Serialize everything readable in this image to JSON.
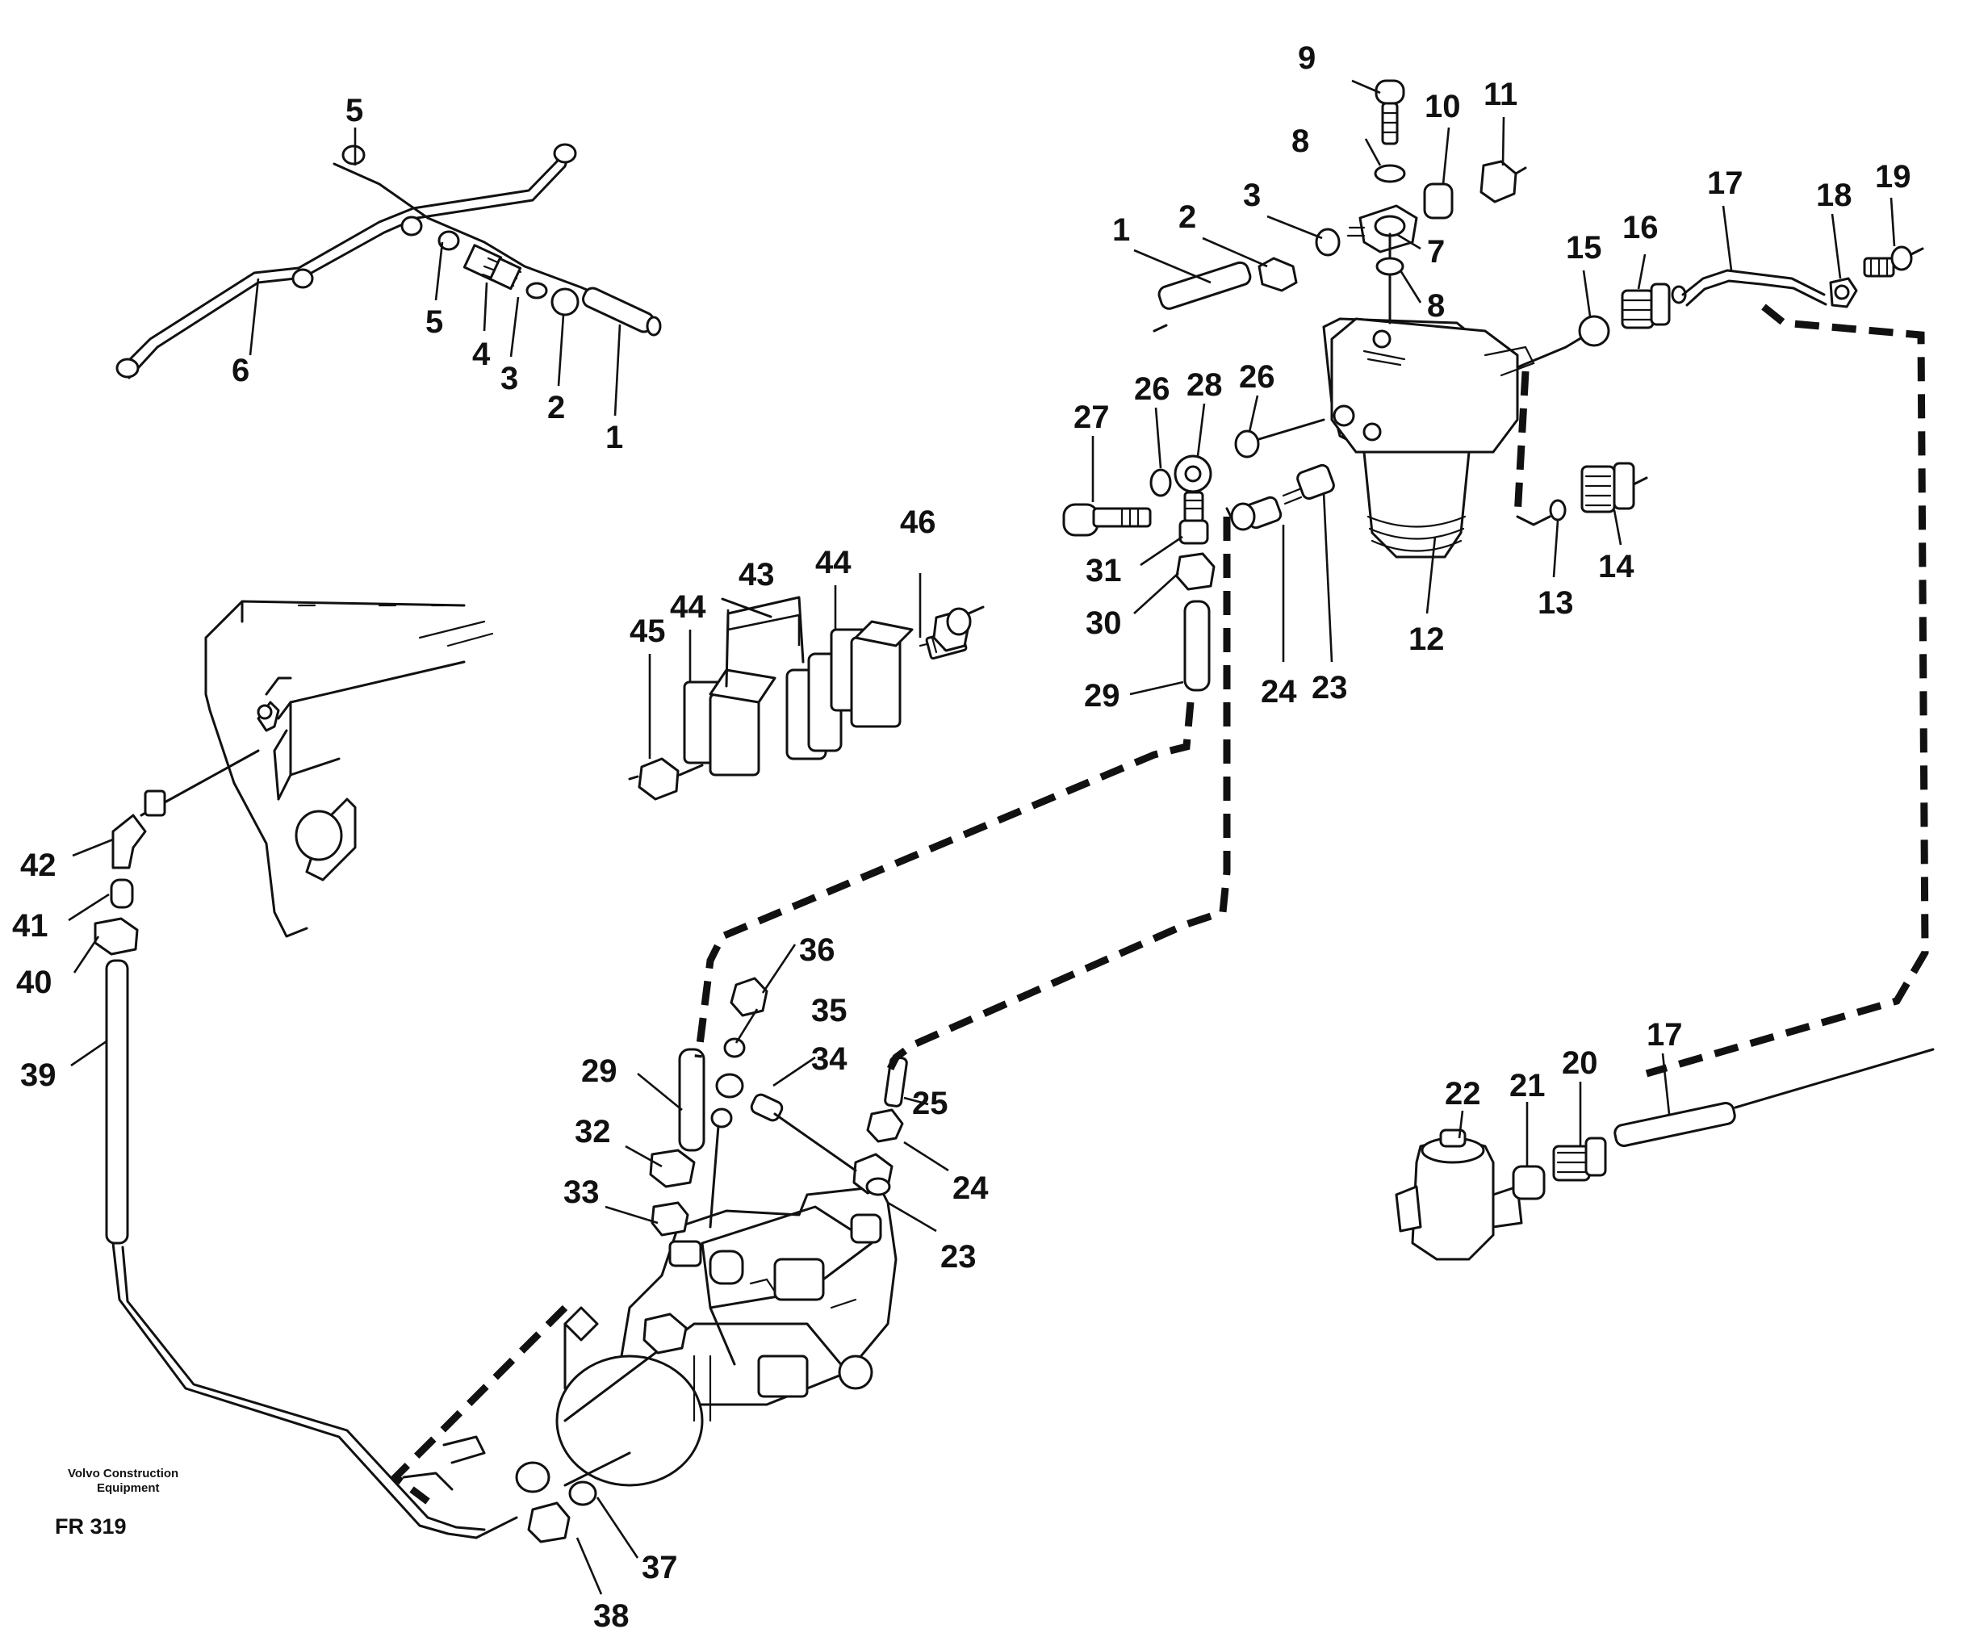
{
  "diagram": {
    "credit_line1": "Volvo Construction",
    "credit_line2": "Equipment",
    "figure_code": "FR 319",
    "callouts": [
      {
        "id": "top-left-5a",
        "text": "5"
      },
      {
        "id": "top-left-6",
        "text": "6"
      },
      {
        "id": "top-left-5b",
        "text": "5"
      },
      {
        "id": "top-left-4",
        "text": "4"
      },
      {
        "id": "top-left-3",
        "text": "3"
      },
      {
        "id": "top-left-2",
        "text": "2"
      },
      {
        "id": "top-left-1",
        "text": "1"
      },
      {
        "id": "filter-9",
        "text": "9"
      },
      {
        "id": "filter-8a",
        "text": "8"
      },
      {
        "id": "filter-10",
        "text": "10"
      },
      {
        "id": "filter-11",
        "text": "11"
      },
      {
        "id": "filter-3",
        "text": "3"
      },
      {
        "id": "filter-2",
        "text": "2"
      },
      {
        "id": "filter-1",
        "text": "1"
      },
      {
        "id": "filter-7",
        "text": "7"
      },
      {
        "id": "filter-8b",
        "text": "8"
      },
      {
        "id": "filter-15",
        "text": "15"
      },
      {
        "id": "filter-16",
        "text": "16"
      },
      {
        "id": "line-17a",
        "text": "17"
      },
      {
        "id": "line-18",
        "text": "18"
      },
      {
        "id": "line-19",
        "text": "19"
      },
      {
        "id": "banjo-27",
        "text": "27"
      },
      {
        "id": "banjo-26a",
        "text": "26"
      },
      {
        "id": "banjo-28",
        "text": "28"
      },
      {
        "id": "banjo-26b",
        "text": "26"
      },
      {
        "id": "banjo-31",
        "text": "31"
      },
      {
        "id": "banjo-30",
        "text": "30"
      },
      {
        "id": "banjo-29a",
        "text": "29"
      },
      {
        "id": "filter-24a",
        "text": "24"
      },
      {
        "id": "filter-23a",
        "text": "23"
      },
      {
        "id": "filter-12",
        "text": "12"
      },
      {
        "id": "filter-13",
        "text": "13"
      },
      {
        "id": "filter-14",
        "text": "14"
      },
      {
        "id": "clamp-43",
        "text": "43"
      },
      {
        "id": "clamp-44a",
        "text": "44"
      },
      {
        "id": "clamp-44b",
        "text": "44"
      },
      {
        "id": "clamp-46",
        "text": "46"
      },
      {
        "id": "clamp-45",
        "text": "45"
      },
      {
        "id": "return-42",
        "text": "42"
      },
      {
        "id": "return-41",
        "text": "41"
      },
      {
        "id": "return-40",
        "text": "40"
      },
      {
        "id": "return-39",
        "text": "39"
      },
      {
        "id": "pump-36",
        "text": "36"
      },
      {
        "id": "pump-35",
        "text": "35"
      },
      {
        "id": "pump-34",
        "text": "34"
      },
      {
        "id": "pump-29b",
        "text": "29"
      },
      {
        "id": "pump-25",
        "text": "25"
      },
      {
        "id": "pump-32",
        "text": "32"
      },
      {
        "id": "pump-24b",
        "text": "24"
      },
      {
        "id": "pump-33",
        "text": "33"
      },
      {
        "id": "pump-23b",
        "text": "23"
      },
      {
        "id": "pump-37",
        "text": "37"
      },
      {
        "id": "pump-38",
        "text": "38"
      },
      {
        "id": "feed-22",
        "text": "22"
      },
      {
        "id": "feed-21",
        "text": "21"
      },
      {
        "id": "feed-20",
        "text": "20"
      },
      {
        "id": "feed-17b",
        "text": "17"
      }
    ]
  }
}
